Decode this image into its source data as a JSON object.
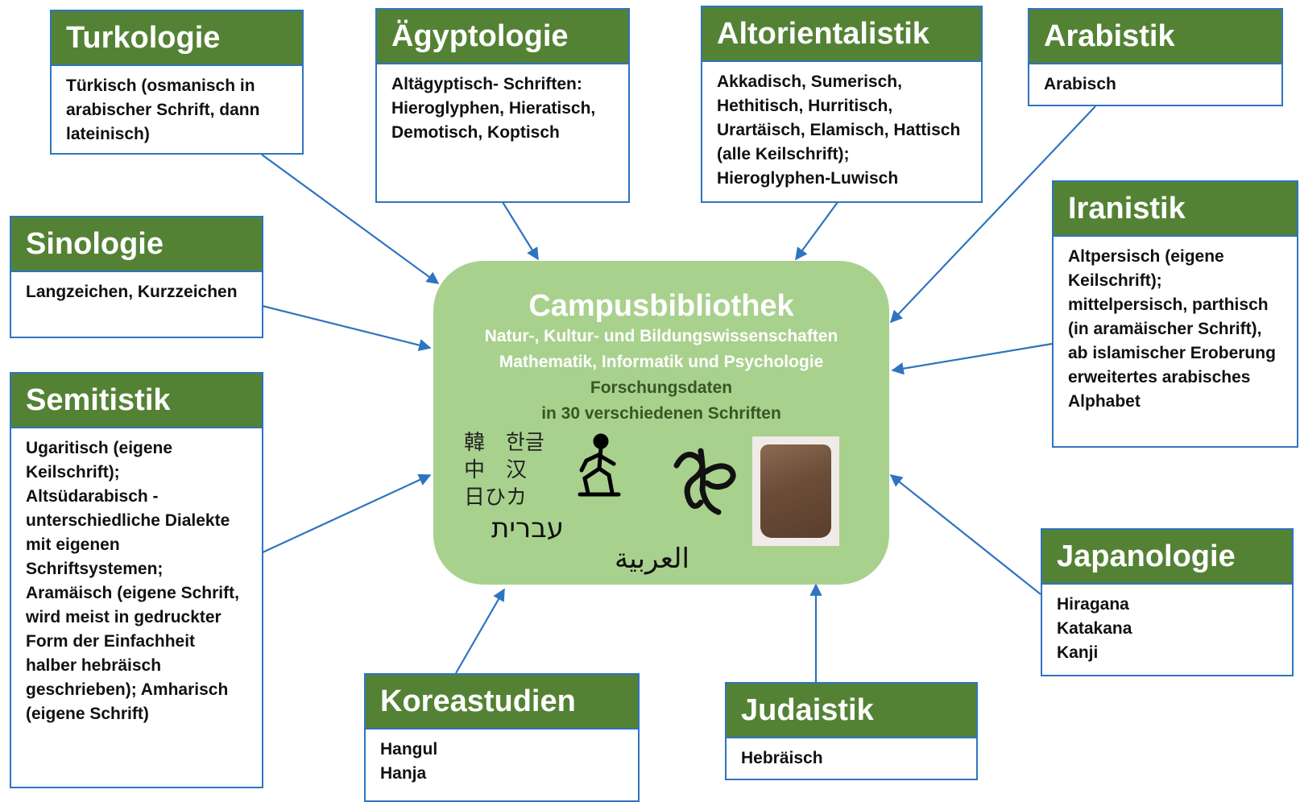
{
  "boxes": {
    "turkologie": {
      "title": "Turkologie",
      "body": "Türkisch (osmanisch in\narabischer Schrift, dann\nlateinisch)"
    },
    "aegyptologie": {
      "title": "Ägyptologie",
      "body": "Altägyptisch- Schriften:\nHieroglyphen, Hieratisch,\nDemotisch, Koptisch"
    },
    "altorientalistik": {
      "title": "Altorientalistik",
      "body": "Akkadisch, Sumerisch,\nHethitisch, Hurritisch,\nUrartäisch, Elamisch, Hattisch\n(alle Keilschrift);\nHieroglyphen-Luwisch"
    },
    "arabistik": {
      "title": "Arabistik",
      "body": "Arabisch"
    },
    "sinologie": {
      "title": "Sinologie",
      "body": "Langzeichen, Kurzzeichen"
    },
    "iranistik": {
      "title": "Iranistik",
      "body": "Altpersisch (eigene\nKeilschrift);\nmittelpersisch, parthisch\n(in aramäischer Schrift),\nab islamischer Eroberung\nerweitertes arabisches\nAlphabet"
    },
    "semitistik": {
      "title": "Semitistik",
      "body": "Ugaritisch (eigene\nKeilschrift);\nAltsüdarabisch -\nunterschiedliche Dialekte\nmit eigenen\nSchriftsystemen;\nAramäisch (eigene Schrift,\nwird meist in gedruckter\nForm der Einfachheit\nhalber hebräisch\ngeschrieben); Amharisch\n(eigene Schrift)"
    },
    "japanologie": {
      "title": "Japanologie",
      "body": "Hiragana\nKatakana\nKanji"
    },
    "koreastudien": {
      "title": "Koreastudien",
      "body": "Hangul\nHanja"
    },
    "judaistik": {
      "title": "Judaistik",
      "body": "Hebräisch"
    }
  },
  "center": {
    "title": "Campusbibliothek",
    "line1": "Natur-, Kultur- und Bildungswissenschaften",
    "line2": "Mathematik, Informatik und Psychologie",
    "line3": "Forschungsdaten",
    "line4": "in 30 verschiedenen Schriften",
    "glyph_row1": "韓　한글",
    "glyph_row2": "中　汉",
    "glyph_row3": "日ひカ",
    "hebrew": "עברית",
    "arabic": "العربية",
    "icons": [
      "seated-figure-hieroglyph-icon",
      "oracle-bone-glyph-icon",
      "cuneiform-tablet-image"
    ]
  },
  "colors": {
    "header_green": "#548235",
    "center_green": "#a9d18e",
    "border_blue": "#2e74c0",
    "arrow_blue": "#2e74c0"
  }
}
